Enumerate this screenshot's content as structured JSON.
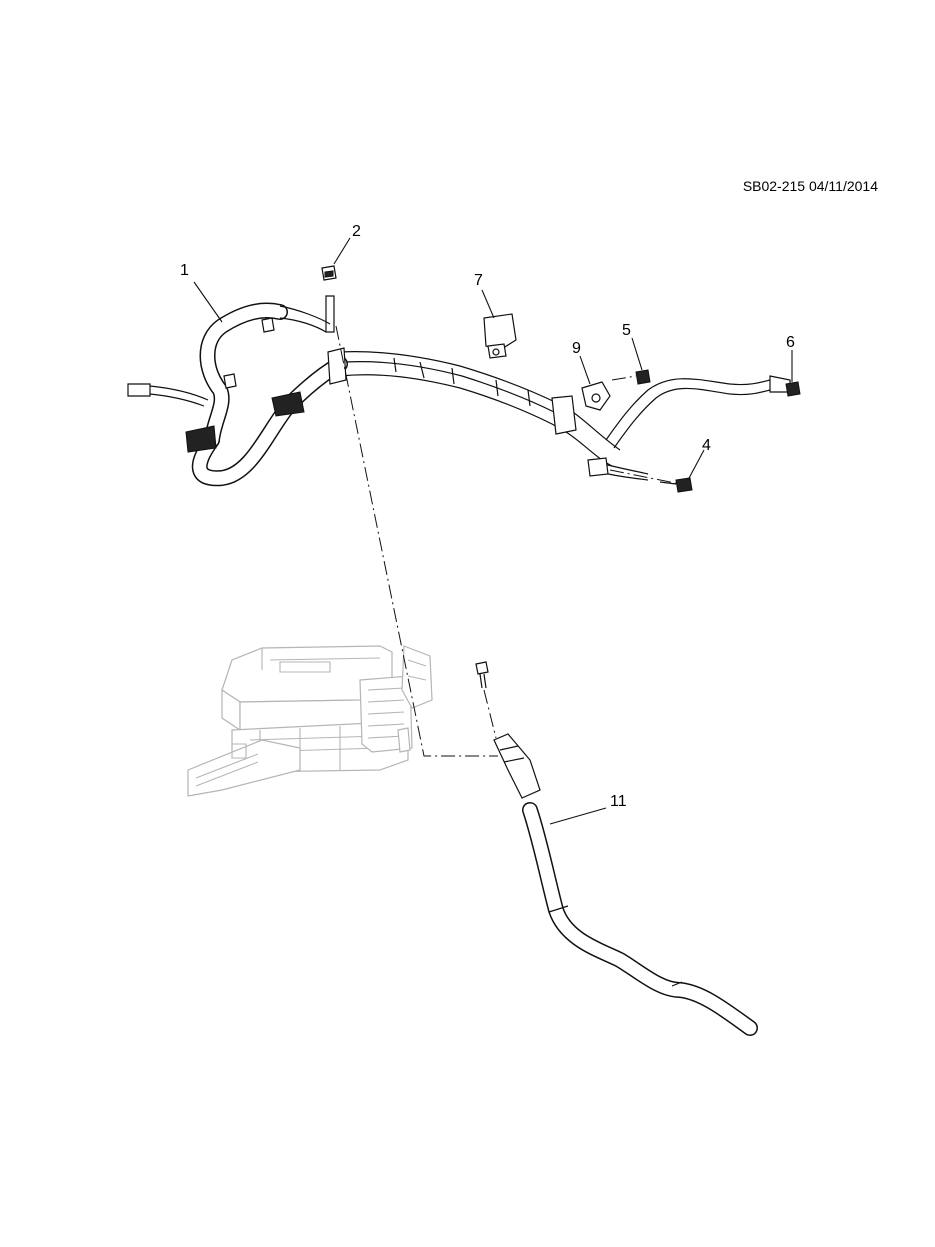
{
  "header": {
    "doc_id": "SB02-215 04/11/2014"
  },
  "callouts": [
    {
      "id": "1",
      "label": "1"
    },
    {
      "id": "2",
      "label": "2"
    },
    {
      "id": "4",
      "label": "4"
    },
    {
      "id": "5",
      "label": "5"
    },
    {
      "id": "6",
      "label": "6"
    },
    {
      "id": "7",
      "label": "7"
    },
    {
      "id": "9",
      "label": "9"
    },
    {
      "id": "11",
      "label": "11"
    }
  ]
}
